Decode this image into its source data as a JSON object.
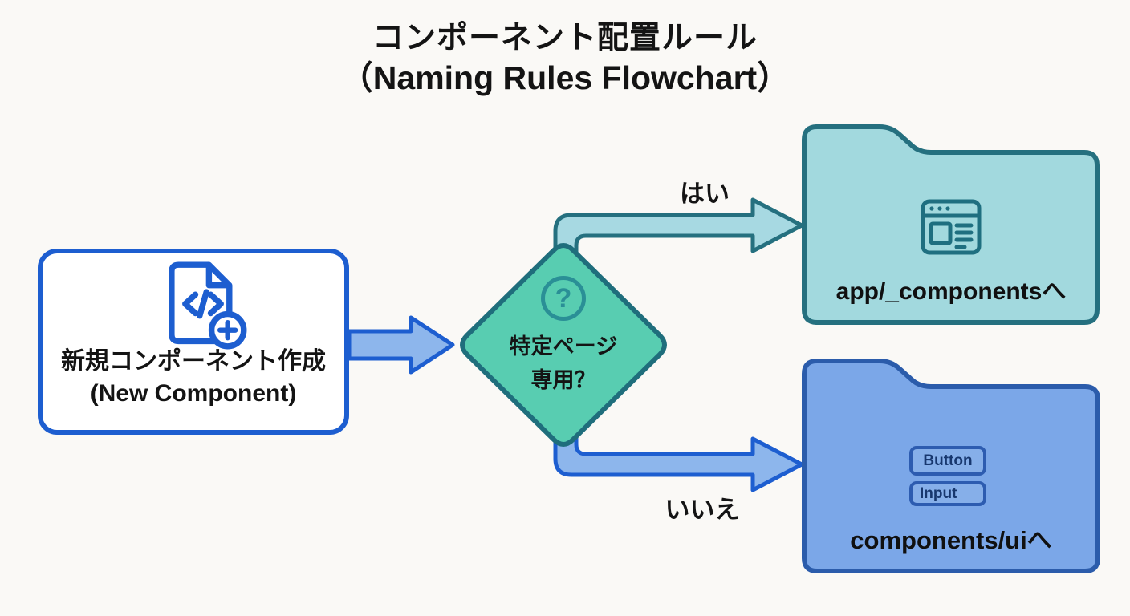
{
  "title": {
    "line1": "コンポーネント配置ルール",
    "line2": "（Naming Rules Flowchart）"
  },
  "start": {
    "title": "新規コンポーネント作成",
    "subtitle": "(New Component)",
    "icon": "code-file-add-icon"
  },
  "decision": {
    "line1": "特定ページ",
    "line2": "専用？",
    "glyph": "?",
    "icon": "question-circle-icon"
  },
  "branch_yes": {
    "label": "はい",
    "target": "app/_componentsへ",
    "icon": "browser-window-icon"
  },
  "branch_no": {
    "label": "いいえ",
    "target": "components/uiへ",
    "chips": [
      "Button",
      "Input"
    ]
  },
  "colors": {
    "background": "#faf9f6",
    "blue_border": "#1d5ed0",
    "blue_arrow_fill": "#8db6ec",
    "teal_dark": "#25707f",
    "teal_arrow_fill": "#a7d9e2",
    "diamond_fill": "#58cdb1",
    "diamond_border": "#1f6e7c",
    "folder_teal_fill": "#a2d9de",
    "folder_blue_fill": "#7ba7e8",
    "folder_blue_border": "#2b5cab",
    "chip_text": "#17376e",
    "ink": "#141414"
  }
}
